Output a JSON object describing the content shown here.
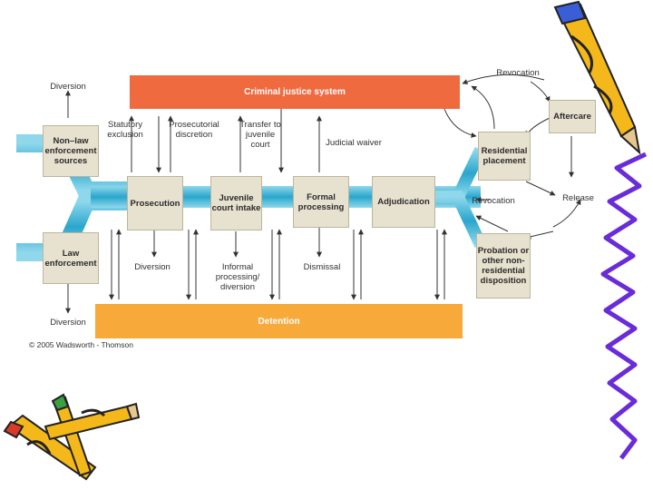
{
  "diagram": {
    "top_bar": "Criminal justice system",
    "bottom_bar": "Detention",
    "copyright": "© 2005 Wadsworth - Thomson",
    "boxes": {
      "non_law": "Non–law enforcement sources",
      "law": "Law enforcement",
      "prosecution": "Prosecution",
      "juvenile": "Juvenile court intake",
      "formal": "Formal processing",
      "adjudication": "Adjudication",
      "residential": "Residential placement",
      "aftercare": "Aftercare",
      "probation": "Probation or other non-residential disposition"
    },
    "labels": {
      "diversion_top": "Diversion",
      "diversion_bottom": "Diversion",
      "diversion_mid": "Diversion",
      "statutory": "Statutory exclusion",
      "prosecutorial": "Prosecutorial discretion",
      "transfer": "Transfer to juvenile court",
      "judicial": "Judicial waiver",
      "informal": "Informal processing/ diversion",
      "dismissal": "Dismissal",
      "revocation_top": "Revocation",
      "revocation_mid": "Revocation",
      "release": "Release"
    },
    "colors": {
      "top_bar": "#ef6a3f",
      "bottom_bar": "#f7a93a",
      "pipe": "#39b2d3",
      "box": "#e7e1cf"
    }
  }
}
